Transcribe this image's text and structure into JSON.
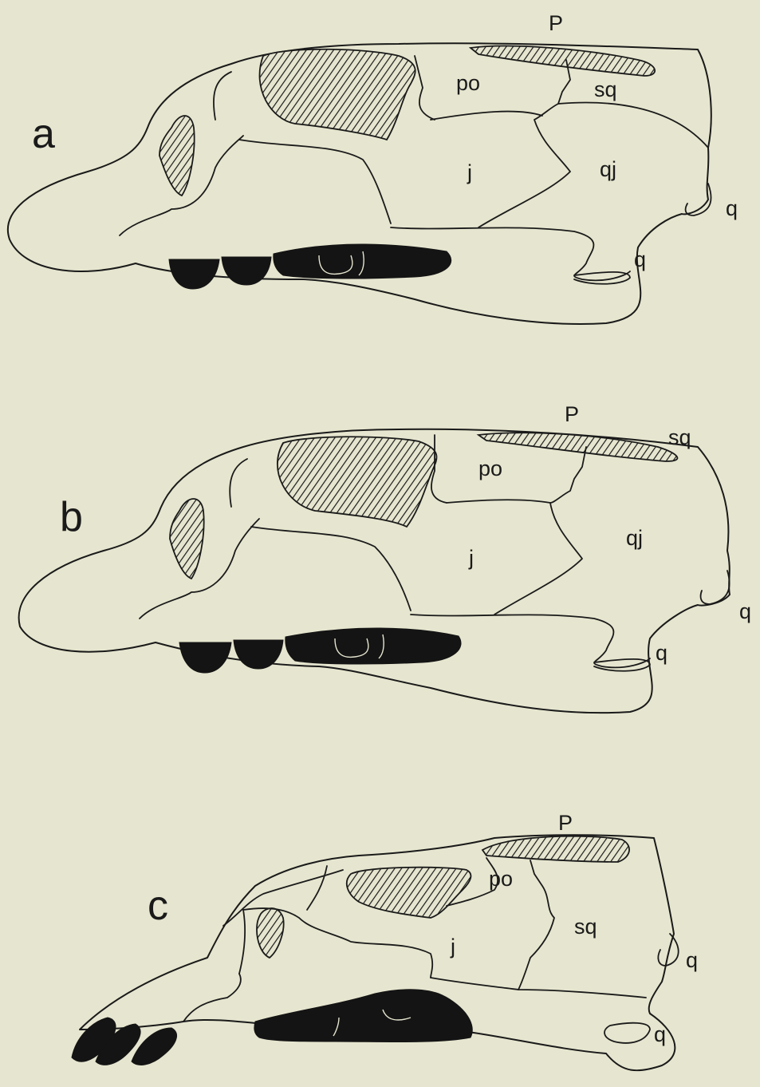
{
  "panels": [
    {
      "letter": "a",
      "bone_labels": {
        "p": "P",
        "po": "po",
        "sq": "sq",
        "j": "j",
        "qj": "qj",
        "q_upper": "q",
        "q_lower": "q"
      }
    },
    {
      "letter": "b",
      "bone_labels": {
        "p": "P",
        "sq": "sq",
        "po": "po",
        "j": "j",
        "qj": "qj",
        "q_upper": "q",
        "q_lower": "q"
      }
    },
    {
      "letter": "c",
      "bone_labels": {
        "p": "P",
        "po": "po",
        "j": "j",
        "sq": "sq",
        "q_upper": "q",
        "q_lower": "q"
      }
    }
  ],
  "colors": {
    "background": "#e6e5cf",
    "line": "#1a1a1a",
    "teeth": "#141414"
  }
}
